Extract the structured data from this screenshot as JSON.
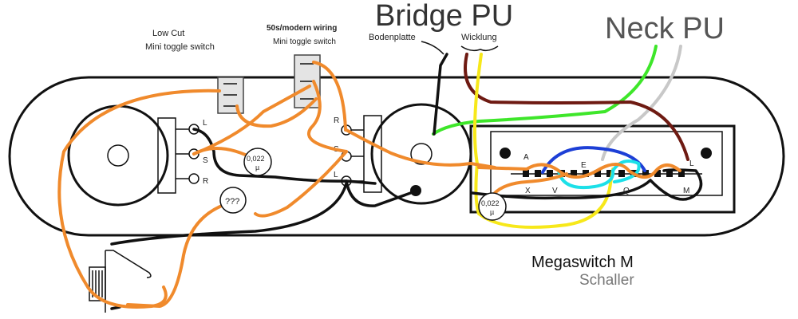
{
  "titles": {
    "bridge_pu": "Bridge PU",
    "neck_pu": "Neck PU",
    "bodenplatte": "Bodenplatte",
    "wicklung": "Wicklung"
  },
  "toggles": {
    "low_cut_line1": "Low Cut",
    "low_cut_line2": "Mini toggle switch",
    "fifties_line1_bold": "50s/modern wiring",
    "fifties_line2": "Mini toggle switch"
  },
  "pot_lugs": {
    "left": [
      "L",
      "S",
      "R"
    ],
    "right": [
      "R",
      "S",
      "L"
    ]
  },
  "capacitors": {
    "cap1_value": "0,022",
    "cap1_unit": "µ",
    "cap2_value": "???",
    "cap3_value": "0,022",
    "cap3_unit": "µ"
  },
  "megaswitch_lugs": [
    "A",
    "E",
    "L",
    "X",
    "V",
    "Q",
    "M"
  ],
  "brand": {
    "name": "Megaswitch M",
    "maker": "Schaller"
  },
  "colors": {
    "orange": "#f08a2c",
    "black": "#111111",
    "yellow": "#f7e81a",
    "green": "#3ee62a",
    "grey": "#c8c8c8",
    "brown": "#6e1a12",
    "blue": "#1d3fd6",
    "cyan": "#1ce0e8"
  }
}
